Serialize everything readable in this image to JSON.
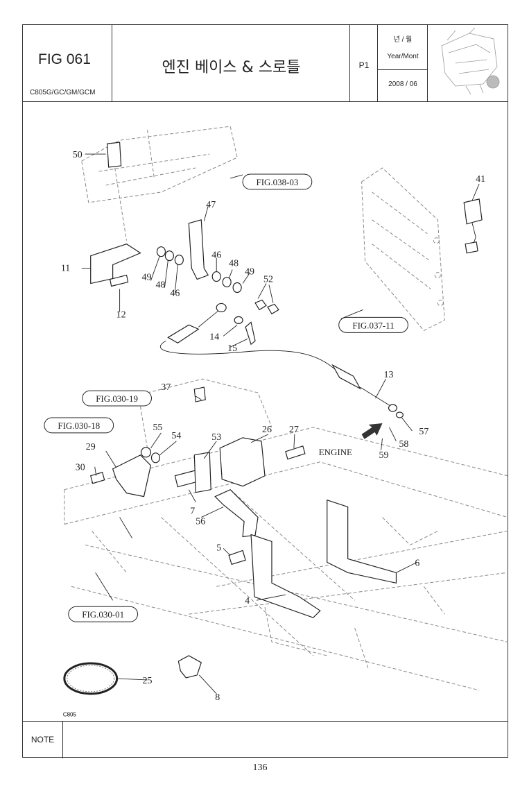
{
  "header": {
    "figure": "FIG 061",
    "model": "C805G/GC/GM/GCM",
    "title": "엔진 베이스 & 스로틀",
    "page_code": "P1",
    "year_month_kr": "년 / 월",
    "year_month_en": "Year/Mont",
    "date": "2008 / 06"
  },
  "drawing": {
    "ref_labels": [
      "FIG.038-03",
      "FIG.037-11",
      "FIG.030-19",
      "FIG.030-18",
      "FIG.030-01"
    ],
    "engine_label": "ENGINE",
    "part_numbers": [
      "50",
      "47",
      "46",
      "48",
      "49",
      "52",
      "11",
      "49",
      "48",
      "46",
      "12",
      "14",
      "15",
      "41",
      "13",
      "37",
      "57",
      "58",
      "59",
      "27",
      "26",
      "55",
      "54",
      "53",
      "29",
      "30",
      "7",
      "56",
      "5",
      "6",
      "4",
      "25",
      "8"
    ],
    "code": "C805"
  },
  "note": {
    "label": "NOTE"
  },
  "footer": {
    "page_number": "136"
  }
}
